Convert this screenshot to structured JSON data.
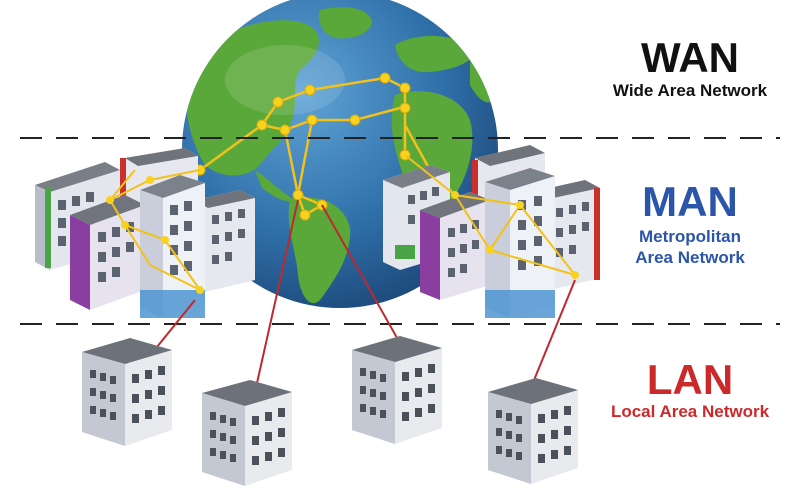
{
  "wan": {
    "title": "WAN",
    "subtitle": "Wide Area Network",
    "color": "#111111"
  },
  "man": {
    "title": "MAN",
    "subtitle_line1": "Metropolitan",
    "subtitle_line2": "Area Network",
    "color": "#2b55a8"
  },
  "lan": {
    "title": "LAN",
    "subtitle": "Local Area Network",
    "color": "#cc2a2a"
  },
  "colors": {
    "ocean": "#2f6fa8",
    "land": "#5aa83a",
    "link_wan": "#f2c21b",
    "link_lan": "#c0282d",
    "divider": "#222222"
  },
  "icons": [
    "globe-icon",
    "building-icon"
  ]
}
